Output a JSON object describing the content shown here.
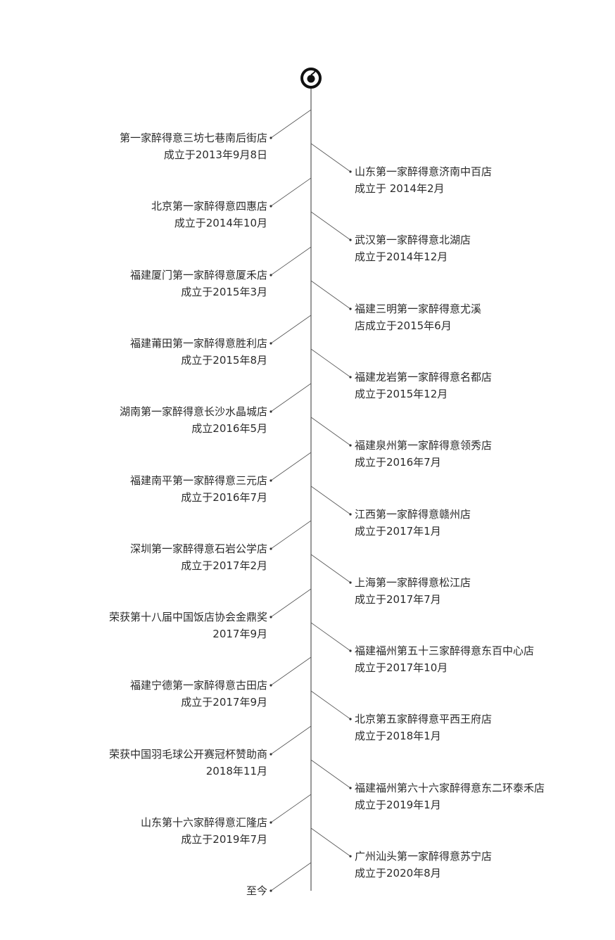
{
  "left_entries": [
    {
      "title": "第一家醉得意三坊七巷南后街店",
      "date": "成立于2013年9月8日"
    },
    {
      "title": "北京第一家醉得意四惠店",
      "date": "成立于2014年10月"
    },
    {
      "title": "福建厦门第一家醉得意厦禾店",
      "date": "成立于2015年3月"
    },
    {
      "title": "福建莆田第一家醉得意胜利店",
      "date": "成立于2015年8月"
    },
    {
      "title": "湖南第一家醉得意长沙水晶城店",
      "date": "成立2016年5月"
    },
    {
      "title": "福建南平第一家醉得意三元店",
      "date": "成立于2016年7月"
    },
    {
      "title": "深圳第一家醉得意石岩公学店",
      "date": "成立于2017年2月"
    },
    {
      "title": "荣获第十八届中国饭店协会金鼎奖",
      "date": "2017年9月"
    },
    {
      "title": "福建宁德第一家醉得意古田店",
      "date": "成立于2017年9月"
    },
    {
      "title": "荣获中国羽毛球公开赛冠杯赞助商",
      "date": "2018年11月"
    },
    {
      "title": "山东第十六家醉得意汇隆店",
      "date": "成立于2019年7月"
    },
    {
      "title": "至今",
      "date": ""
    }
  ],
  "right_entries": [
    {
      "title": "山东第一家醉得意济南中百店",
      "date": "成立于 2014年2月"
    },
    {
      "title": "武汉第一家醉得意北湖店",
      "date": "成立于2014年12月"
    },
    {
      "title": "福建三明第一家醉得意尤溪",
      "date": "店成立于2015年6月"
    },
    {
      "title": "福建龙岩第一家醉得意名都店",
      "date": "成立于2015年12月"
    },
    {
      "title": "福建泉州第一家醉得意领秀店",
      "date": "成立于2016年7月"
    },
    {
      "title": "江西第一家醉得意赣州店",
      "date": "成立于2017年1月"
    },
    {
      "title": "上海第一家醉得意松江店",
      "date": "成立于2017年7月"
    },
    {
      "title": "福建福州第五十三家醉得意东百中心店",
      "date": "成立于2017年10月"
    },
    {
      "title": "北京第五家醉得意平西王府店",
      "date": "成立于2018年1月"
    },
    {
      "title": "福建福州第六十六家醉得意东二环泰禾店",
      "date": "成立于2019年1月"
    },
    {
      "title": "广州汕头第一家醉得意苏宁店",
      "date": "成立于2020年8月"
    }
  ]
}
